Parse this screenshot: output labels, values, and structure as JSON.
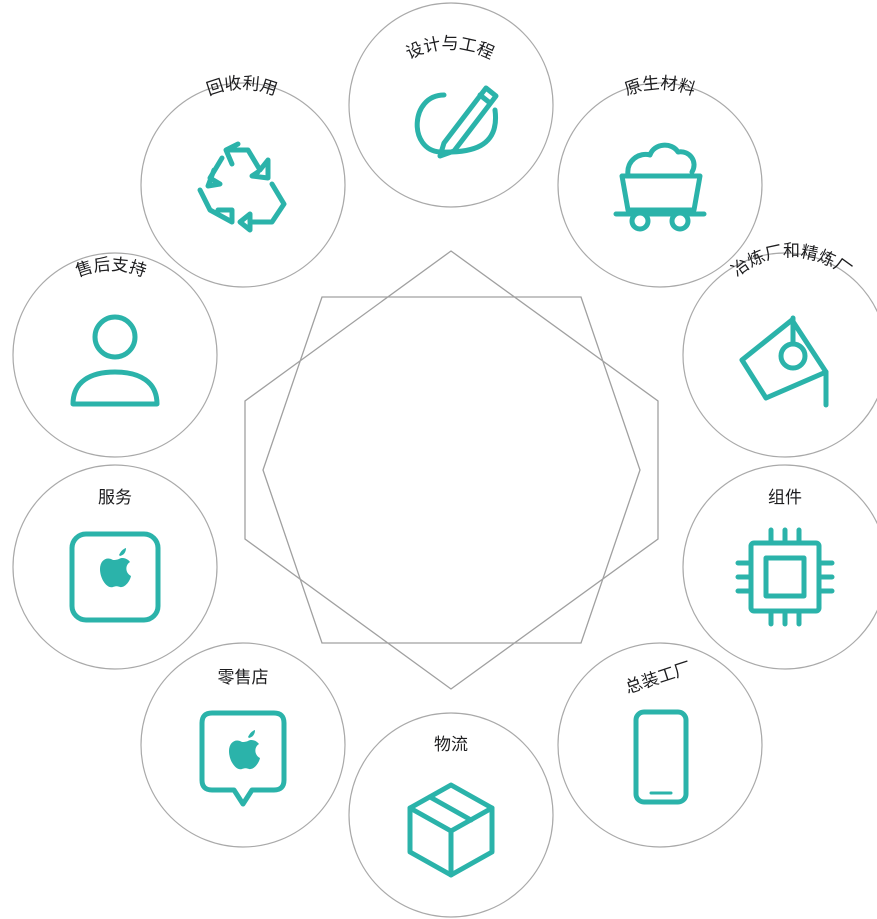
{
  "accent_color": "#2bb3aa",
  "nodes": [
    {
      "label": "设计与工程",
      "icon": "design-pencil-icon"
    },
    {
      "label": "原生材料",
      "icon": "mine-cart-icon"
    },
    {
      "label": "冶炼厂和精炼厂",
      "icon": "smelter-crucible-icon"
    },
    {
      "label": "组件",
      "icon": "chip-icon"
    },
    {
      "label": "总装工厂",
      "icon": "phone-icon"
    },
    {
      "label": "物流",
      "icon": "package-box-icon"
    },
    {
      "label": "零售店",
      "icon": "apple-store-icon"
    },
    {
      "label": "服务",
      "icon": "apple-logo-icon"
    },
    {
      "label": "售后支持",
      "icon": "person-icon"
    },
    {
      "label": "回收利用",
      "icon": "recycle-icon"
    }
  ]
}
